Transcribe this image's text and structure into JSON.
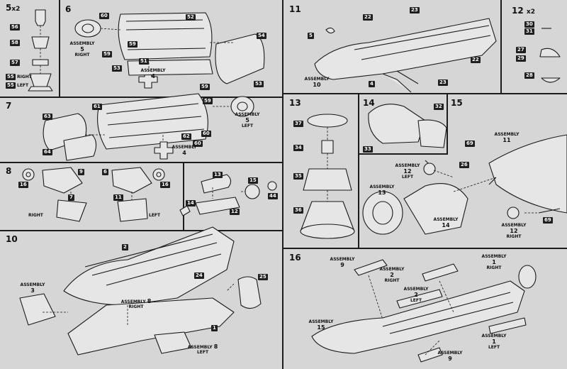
{
  "steps": {
    "s5": "5",
    "s5_mult": "x2",
    "s6": "6",
    "s7": "7",
    "s8": "8",
    "s10": "10",
    "s11": "11",
    "s12": "12",
    "s12_mult": "x2",
    "s13": "13",
    "s14": "14",
    "s15": "15",
    "s16": "16"
  },
  "words": {
    "assembly": "ASSEMBLY",
    "right": "RIGHT",
    "left": "LEFT"
  },
  "assemblies": {
    "a6_5": "5",
    "a6_4": "4",
    "a7_5": "5",
    "a7_4": "4",
    "a10_3": "3",
    "a10_8": "8",
    "a10_8b": "8",
    "a11_10": "10",
    "a15_11": "11",
    "a15_12l": "12",
    "a15_13": "13",
    "a15_14": "14",
    "a15_12r": "12",
    "a16_9": "9",
    "a16_2": "2",
    "a16_2b": "2",
    "a16_1": "1",
    "a16_15": "15",
    "a16_1b": "1",
    "a16_9b": "9"
  },
  "parts": {
    "p56": "56",
    "p58": "58",
    "p57": "57",
    "p55": "55",
    "p55b": "55",
    "p60": "60",
    "p52": "52",
    "p59": "59",
    "p53": "53",
    "p59b": "59",
    "p51": "51",
    "p54": "54",
    "p53b": "53",
    "p63": "63",
    "p61": "61",
    "p59c": "59",
    "p59d": "59",
    "p64": "64",
    "p62": "62",
    "p60b": "60",
    "p60c": "60",
    "p16": "16",
    "p9": "9",
    "p6": "6",
    "p16b": "16",
    "p7": "7",
    "p11": "11",
    "p13": "13",
    "p15": "15",
    "p14": "14",
    "p12": "12",
    "p44": "44",
    "p2": "2",
    "p24": "24",
    "p25": "25",
    "p1": "1",
    "p5": "5",
    "p22": "22",
    "p23": "23",
    "p22b": "22",
    "p4": "4",
    "p23b": "23",
    "p30": "30",
    "p31": "31",
    "p27": "27",
    "p29": "29",
    "p28": "28",
    "p37": "37",
    "p34": "34",
    "p35": "35",
    "p36": "36",
    "p32": "32",
    "p33": "33",
    "p69": "69",
    "p26": "26",
    "p69b": "69"
  }
}
